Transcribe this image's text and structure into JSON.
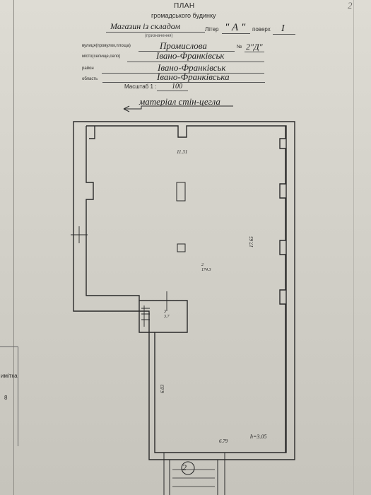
{
  "page_number": "2",
  "header": {
    "title_line1": "ПЛАН",
    "title_line2": "громадського будинку",
    "building_type_value": "Магазин із складом",
    "liter_label": "Літер",
    "liter_value": "\" А \"",
    "floor_label": "поверх",
    "floor_value": "I",
    "purpose_hint": "(призначення)"
  },
  "address": {
    "street_label": "вулиця(провулок,площа)",
    "street_value": "Промислова",
    "number_label": "№",
    "number_value": "2\"Д\"",
    "city_label": "місто(селище,село)",
    "city_value": "Івано-Франківськ",
    "district_label": "район",
    "district_value": "Івано-Франківськ",
    "region_label": "область",
    "region_value": "Івано-Франківська"
  },
  "scale": {
    "label": "Масштаб 1 :",
    "value": "100"
  },
  "material_note": "матеріал стін-цегла",
  "plan": {
    "dim_top": "11.31",
    "dim_right": "17.65",
    "room_main_num": "2",
    "room_main_area": "174.3",
    "room_small_num": "3",
    "room_small_area": "3.7",
    "dim_left": "6.03",
    "dim_bottom": "6.79",
    "height": "h=3.05",
    "entry_number": "2"
  },
  "margin_stamp": {
    "label": "имітка",
    "value": "8"
  }
}
